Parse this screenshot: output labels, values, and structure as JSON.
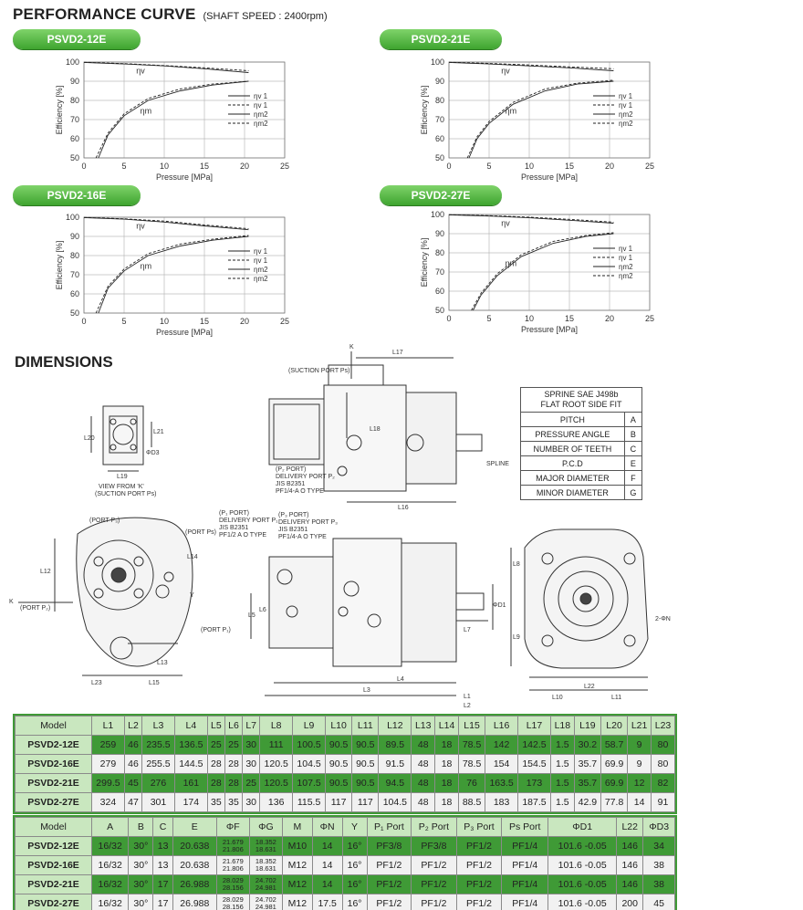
{
  "heading": {
    "title": "PERFORMANCE CURVE",
    "subtitle": "(SHAFT SPEED : 2400rpm)"
  },
  "dimensions_title": "DIMENSIONS",
  "chart_data": [
    {
      "type": "line",
      "title": "PSVD2-12E",
      "xlabel": "Pressure [MPa]",
      "ylabel": "Efficiency [%]",
      "xlim": [
        0,
        25
      ],
      "ylim": [
        50,
        100
      ],
      "xticks": [
        "0",
        "5",
        "10",
        "15",
        "20",
        "25"
      ],
      "yticks": [
        "50",
        "60",
        "70",
        "80",
        "90",
        "100"
      ],
      "grid": true,
      "legend": [
        "ηv 1",
        "ηv 1",
        "ηm2",
        "ηm2"
      ],
      "annotations": [
        "ηv",
        "ηm"
      ],
      "series": [
        {
          "x": [
            0,
            5,
            10,
            15,
            20.5
          ],
          "y": [
            99.8,
            99.0,
            98.0,
            96.5,
            94.5
          ],
          "style": "solid"
        },
        {
          "x": [
            0,
            5,
            10,
            15,
            20.5
          ],
          "y": [
            99.9,
            99.2,
            98.2,
            97.0,
            95.5
          ],
          "style": "dashed"
        },
        {
          "x": [
            1.8,
            3,
            5,
            8,
            12,
            16,
            20.5
          ],
          "y": [
            50,
            62,
            72,
            80,
            85,
            88,
            90
          ],
          "style": "solid"
        },
        {
          "x": [
            1.5,
            3,
            5,
            8,
            12,
            16,
            20.5
          ],
          "y": [
            50,
            63,
            73,
            81,
            86,
            88.5,
            90
          ],
          "style": "dashed"
        }
      ]
    },
    {
      "type": "line",
      "title": "PSVD2-21E",
      "xlabel": "Pressure [MPa]",
      "ylabel": "Efficiency [%]",
      "xlim": [
        0,
        25
      ],
      "ylim": [
        50,
        100
      ],
      "xticks": [
        "0",
        "5",
        "10",
        "15",
        "20",
        "25"
      ],
      "yticks": [
        "50",
        "60",
        "70",
        "80",
        "90",
        "100"
      ],
      "grid": true,
      "legend": [
        "ηv 1",
        "ηv 1",
        "ηm2",
        "ηm2"
      ],
      "annotations": [
        "ηv",
        "ηm"
      ],
      "series": [
        {
          "x": [
            0,
            5,
            10,
            15,
            20.5
          ],
          "y": [
            99.8,
            99.0,
            98.0,
            97.0,
            95.5
          ],
          "style": "solid"
        },
        {
          "x": [
            0,
            5,
            10,
            15,
            20.5
          ],
          "y": [
            99.9,
            99.3,
            98.5,
            97.5,
            96.5
          ],
          "style": "dashed"
        },
        {
          "x": [
            2.5,
            3.5,
            5,
            8,
            12,
            16,
            20.5
          ],
          "y": [
            50,
            60,
            68,
            78,
            85,
            88.5,
            90
          ],
          "style": "solid"
        },
        {
          "x": [
            2.3,
            3.5,
            5,
            8,
            12,
            16,
            20.5
          ],
          "y": [
            50,
            61,
            69,
            79,
            86,
            89,
            90.5
          ],
          "style": "dashed"
        }
      ]
    },
    {
      "type": "line",
      "title": "PSVD2-16E",
      "xlabel": "Pressure [MPa]",
      "ylabel": "Efficiency [%]",
      "xlim": [
        0,
        25
      ],
      "ylim": [
        50,
        100
      ],
      "xticks": [
        "0",
        "5",
        "10",
        "15",
        "20",
        "25"
      ],
      "yticks": [
        "50",
        "60",
        "70",
        "80",
        "90",
        "100"
      ],
      "grid": true,
      "legend": [
        "ηv 1",
        "ηv 1",
        "ηm2",
        "ηm2"
      ],
      "annotations": [
        "ηv",
        "ηm"
      ],
      "series": [
        {
          "x": [
            0,
            5,
            10,
            15,
            20.5
          ],
          "y": [
            99.8,
            99.0,
            97.5,
            95.5,
            93.5
          ],
          "style": "solid"
        },
        {
          "x": [
            0,
            5,
            10,
            15,
            20.5
          ],
          "y": [
            99.9,
            99.2,
            98.0,
            96.0,
            94.0
          ],
          "style": "dashed"
        },
        {
          "x": [
            1.8,
            3,
            5,
            8,
            12,
            16,
            20.5
          ],
          "y": [
            50,
            63,
            72,
            80,
            85,
            88,
            90
          ],
          "style": "solid"
        },
        {
          "x": [
            1.5,
            3,
            5,
            8,
            12,
            16,
            20.5
          ],
          "y": [
            50,
            64,
            73,
            81,
            86,
            88.5,
            90.5
          ],
          "style": "dashed"
        }
      ]
    },
    {
      "type": "line",
      "title": "PSVD2-27E",
      "xlabel": "Pressure [MPa]",
      "ylabel": "Efficiency [%]",
      "xlim": [
        0,
        25
      ],
      "ylim": [
        50,
        100
      ],
      "xticks": [
        "0",
        "5",
        "10",
        "15",
        "20",
        "25"
      ],
      "yticks": [
        "50",
        "60",
        "70",
        "80",
        "90",
        "100"
      ],
      "grid": true,
      "legend": [
        "ηv 1",
        "ηv 1",
        "ηm2",
        "ηm2"
      ],
      "annotations": [
        "ηv",
        "ηm"
      ],
      "series": [
        {
          "x": [
            0,
            5,
            10,
            15,
            20.5
          ],
          "y": [
            99.8,
            99.2,
            98.3,
            97.0,
            95.5
          ],
          "style": "solid"
        },
        {
          "x": [
            0,
            5,
            10,
            15,
            20.5
          ],
          "y": [
            99.9,
            99.4,
            98.6,
            97.5,
            96.0
          ],
          "style": "dashed"
        },
        {
          "x": [
            3,
            4,
            6,
            9,
            13,
            17,
            20.5
          ],
          "y": [
            50,
            58,
            68,
            78,
            85,
            88.5,
            90
          ],
          "style": "solid"
        },
        {
          "x": [
            2.8,
            4,
            6,
            9,
            13,
            17,
            20.5
          ],
          "y": [
            50,
            59,
            69,
            79,
            86,
            89,
            90.5
          ],
          "style": "dashed"
        }
      ]
    }
  ],
  "drawing_labels": {
    "suction_port": "(SUCTION PORT Ps)",
    "k": "K",
    "l17": "L17",
    "l18": "L18",
    "l16": "L16",
    "l19": "L19",
    "l20": "L20",
    "l21": "L21",
    "od3": "ΦD3",
    "spline": "SPLINE",
    "view_from_k": "VIEW FROM 'K'",
    "view_sub": "(SUCTION PORT Ps)",
    "p2_delivery": [
      "(P₂ PORT)",
      "DELIVERY PORT P₂",
      "JIS B2351",
      "PF1/4-A O TYPE"
    ],
    "p1_delivery": [
      "(P₁ PORT)",
      "DELIVERY PORT P₁",
      "JIS B2351",
      "PF1/2 A O TYPE"
    ],
    "p3_delivery": [
      "(P₃ PORT)",
      "DELIVERY PORT P₃",
      "JIS B2351",
      "PF1/4-A O TYPE"
    ],
    "port_p3": "(PORT P₃)",
    "port_ps": "(PORT Ps)",
    "port_p2": "(PORT P₂)",
    "port_p1": "(PORT P₁)",
    "k_left": "K",
    "dims_front": [
      "L12",
      "L13",
      "L14",
      "L15",
      "L23",
      "Y"
    ],
    "dims_side": [
      "L1",
      "L2",
      "L3",
      "L4",
      "L5",
      "L6",
      "L7",
      "ΦD1"
    ],
    "dims_end": [
      "L8",
      "L9",
      "L10",
      "L11",
      "L22",
      "2-ΦN"
    ]
  },
  "spline_table": {
    "header": [
      "SPRINE SAE J498b",
      "FLAT ROOT SIDE FIT"
    ],
    "rows": [
      [
        "PITCH",
        "A"
      ],
      [
        "PRESSURE ANGLE",
        "B"
      ],
      [
        "NUMBER OF TEETH",
        "C"
      ],
      [
        "P.C.D",
        "E"
      ],
      [
        "MAJOR DIAMETER",
        "F"
      ],
      [
        "MINOR DIAMETER",
        "G"
      ]
    ]
  },
  "table1": {
    "headers": [
      "Model",
      "L1",
      "L2",
      "L3",
      "L4",
      "L5",
      "L6",
      "L7",
      "L8",
      "L9",
      "L10",
      "L11",
      "L12",
      "L13",
      "L14",
      "L15",
      "L16",
      "L17",
      "L18",
      "L19",
      "L20",
      "L21",
      "L23"
    ],
    "rows": [
      [
        "PSVD2-12E",
        "259",
        "46",
        "235.5",
        "136.5",
        "25",
        "25",
        "30",
        "111",
        "100.5",
        "90.5",
        "90.5",
        "89.5",
        "48",
        "18",
        "78.5",
        "142",
        "142.5",
        "1.5",
        "30.2",
        "58.7",
        "9",
        "80"
      ],
      [
        "PSVD2-16E",
        "279",
        "46",
        "255.5",
        "144.5",
        "28",
        "28",
        "30",
        "120.5",
        "104.5",
        "90.5",
        "90.5",
        "91.5",
        "48",
        "18",
        "78.5",
        "154",
        "154.5",
        "1.5",
        "35.7",
        "69.9",
        "9",
        "80"
      ],
      [
        "PSVD2-21E",
        "299.5",
        "45",
        "276",
        "161",
        "28",
        "28",
        "25",
        "120.5",
        "107.5",
        "90.5",
        "90.5",
        "94.5",
        "48",
        "18",
        "76",
        "163.5",
        "173",
        "1.5",
        "35.7",
        "69.9",
        "12",
        "82"
      ],
      [
        "PSVD2-27E",
        "324",
        "47",
        "301",
        "174",
        "35",
        "35",
        "30",
        "136",
        "115.5",
        "117",
        "117",
        "104.5",
        "48",
        "18",
        "88.5",
        "183",
        "187.5",
        "1.5",
        "42.9",
        "77.8",
        "14",
        "91"
      ]
    ]
  },
  "table2": {
    "headers": [
      "Model",
      "A",
      "B",
      "C",
      "E",
      "ΦF",
      "ΦG",
      "M",
      "ΦN",
      "Y",
      "P₁ Port",
      "P₂ Port",
      "P₃ Port",
      "Ps Port",
      "ΦD1",
      "L22",
      "ΦD3"
    ],
    "rows": [
      [
        "PSVD2-12E",
        "16/32",
        "30°",
        "13",
        "20.638",
        [
          "21.679",
          "21.806"
        ],
        [
          "18.352",
          "18.631"
        ],
        "M10",
        "14",
        "16°",
        "PF3/8",
        "PF3/8",
        "PF1/2",
        "PF1/4",
        "101.6 -0.05",
        "146",
        "34"
      ],
      [
        "PSVD2-16E",
        "16/32",
        "30°",
        "13",
        "20.638",
        [
          "21.679",
          "21.806"
        ],
        [
          "18.352",
          "18.631"
        ],
        "M12",
        "14",
        "16°",
        "PF1/2",
        "PF1/2",
        "PF1/2",
        "PF1/4",
        "101.6 -0.05",
        "146",
        "38"
      ],
      [
        "PSVD2-21E",
        "16/32",
        "30°",
        "17",
        "26.988",
        [
          "28.029",
          "28.156"
        ],
        [
          "24.702",
          "24.981"
        ],
        "M12",
        "14",
        "16°",
        "PF1/2",
        "PF1/2",
        "PF1/2",
        "PF1/4",
        "101.6 -0.05",
        "146",
        "38"
      ],
      [
        "PSVD2-27E",
        "16/32",
        "30°",
        "17",
        "26.988",
        [
          "28.029",
          "28.156"
        ],
        [
          "24.702",
          "24.981"
        ],
        "M12",
        "17.5",
        "16°",
        "PF1/2",
        "PF1/2",
        "PF1/2",
        "PF1/4",
        "101.6 -0.05",
        "200",
        "45"
      ]
    ]
  }
}
